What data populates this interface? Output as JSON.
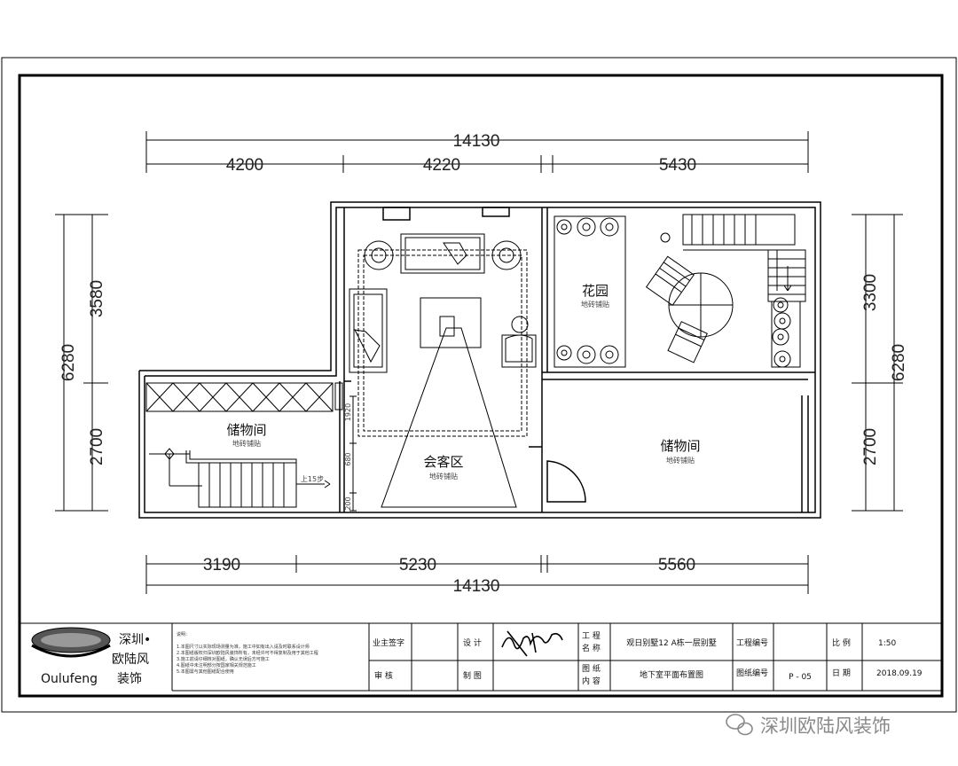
{
  "dimensions": {
    "top_total": "14130",
    "top_segments": [
      "4200",
      "4220",
      "5430"
    ],
    "bottom_segments": [
      "3190",
      "5230",
      "5560"
    ],
    "bottom_total": "14130",
    "left_total": "6280",
    "left_segments": [
      "3580",
      "2700"
    ],
    "right_total": "6280",
    "right_segments": [
      "3300",
      "2700"
    ],
    "small": [
      "1920",
      "680",
      "200"
    ]
  },
  "rooms": {
    "storage_left": "储物间",
    "storage_left_floor": "地砖铺贴",
    "garden": "花园",
    "garden_floor": "地砖铺贴",
    "reception": "会客区",
    "reception_floor": "地砖铺贴",
    "storage_right": "储物间",
    "storage_right_floor": "地砖铺贴",
    "stair_up": "上15步"
  },
  "title_block": {
    "logo_brand": "Oulufeng",
    "company_line1": "深圳•",
    "company_line2": "欧陆风",
    "company_line3": "装饰",
    "notes_title": "说明：",
    "notes": [
      "1.本图尺寸以实际现场测量为准，施工中如有出入请及时联系设计师",
      "2.本图纸版权归深圳欧陆风装饰所有，未经许可不得复制及用于其他工程",
      "3.施工前请仔细核对图纸，确认无误后方可施工",
      "4.图纸中未注明部分按国家相关规范施工",
      "5.本图需与其他图纸配合使用"
    ],
    "owner_sign_label": "业主签字",
    "design_label": "设 计",
    "review_label": "审 核",
    "draft_label": "制 图",
    "project_name_label_1": "工 程",
    "project_name_label_2": "名 称",
    "project_name": "观日别墅12 A栋一层别墅",
    "drawing_content_label_1": "图 纸",
    "drawing_content_label_2": "内 容",
    "drawing_content": "地下室平面布置图",
    "project_no_label": "工程编号",
    "drawing_no_label": "图纸编号",
    "drawing_no": "P - 05",
    "scale_label": "比 例",
    "scale": "1:50",
    "date_label": "日 期",
    "date": "2018.09.19"
  },
  "watermark": "深圳欧陆风装饰"
}
